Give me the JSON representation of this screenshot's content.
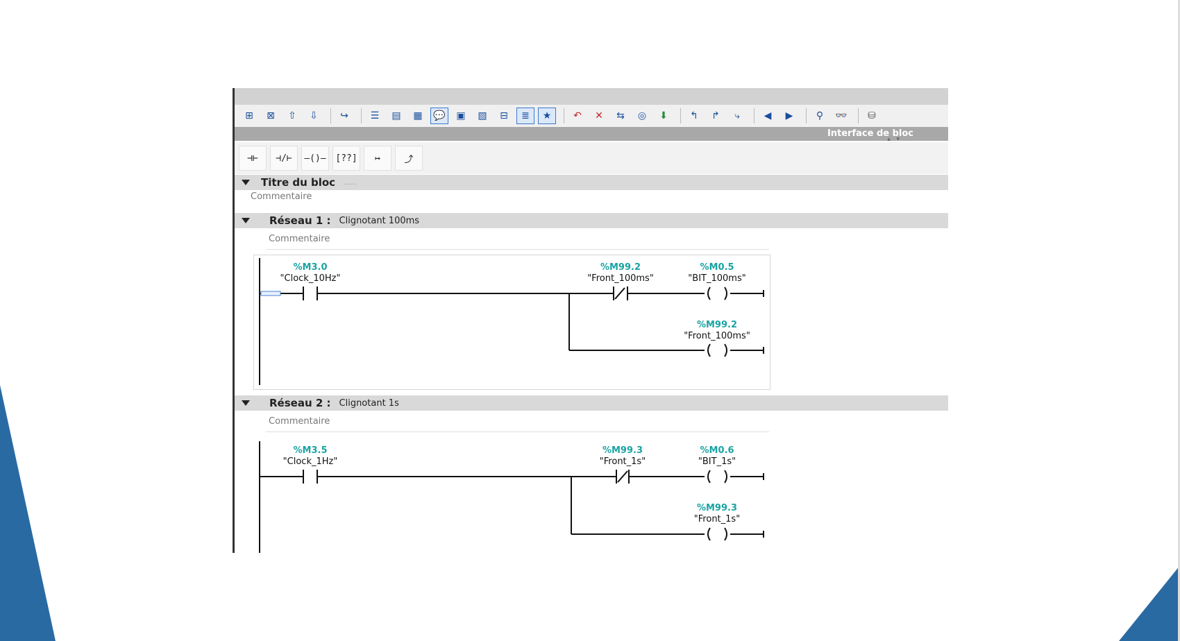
{
  "toolbar": {
    "icons": [
      "network-insert-icon",
      "network-delete-icon",
      "network-move-up-icon",
      "network-move-down-icon",
      "go-to-icon",
      "absolute-operands-icon",
      "collapse-networks-icon",
      "expand-networks-icon",
      "network-comments-icon",
      "favorites-icon",
      "insert-empty-box-icon",
      "open-branch-icon",
      "close-branch-icon",
      "instruction-profile-icon",
      "toggle-view-icon",
      "undo-icon",
      "remove-bookmark-icon",
      "compare-icon",
      "monitor-icon",
      "download-icon",
      "previous-error-icon",
      "next-error-icon",
      "update-call-icon",
      "previous-change-icon",
      "next-change-icon",
      "search-icon",
      "monitoring-icon",
      "library-icon"
    ]
  },
  "interface_label": "Interface de bloc",
  "instructions": [
    "NO contact",
    "NC contact",
    "Coil",
    "Empty box",
    "Open branch",
    "Close branch"
  ],
  "block": {
    "title": "Titre du bloc",
    "title_placeholder": "......",
    "comment": "Commentaire"
  },
  "networks": [
    {
      "label": "Réseau 1 :",
      "title": "Clignotant 100ms",
      "comment": "Commentaire",
      "contact1": {
        "address": "%M3.0",
        "symbol": "\"Clock_10Hz\""
      },
      "contact2": {
        "address": "%M99.2",
        "symbol": "\"Front_100ms\""
      },
      "coil1": {
        "address": "%M0.5",
        "symbol": "\"BIT_100ms\""
      },
      "coil2": {
        "address": "%M99.2",
        "symbol": "\"Front_100ms\""
      }
    },
    {
      "label": "Réseau 2 :",
      "title": "Clignotant 1s",
      "comment": "Commentaire",
      "contact1": {
        "address": "%M3.5",
        "symbol": "\"Clock_1Hz\""
      },
      "contact2": {
        "address": "%M99.3",
        "symbol": "\"Front_1s\""
      },
      "coil1": {
        "address": "%M0.6",
        "symbol": "\"BIT_1s\""
      },
      "coil2": {
        "address": "%M99.3",
        "symbol": "\"Front_1s\""
      }
    }
  ],
  "colors": {
    "accent_blue": "#2a6aa3",
    "address_teal": "#1aa3a3"
  }
}
